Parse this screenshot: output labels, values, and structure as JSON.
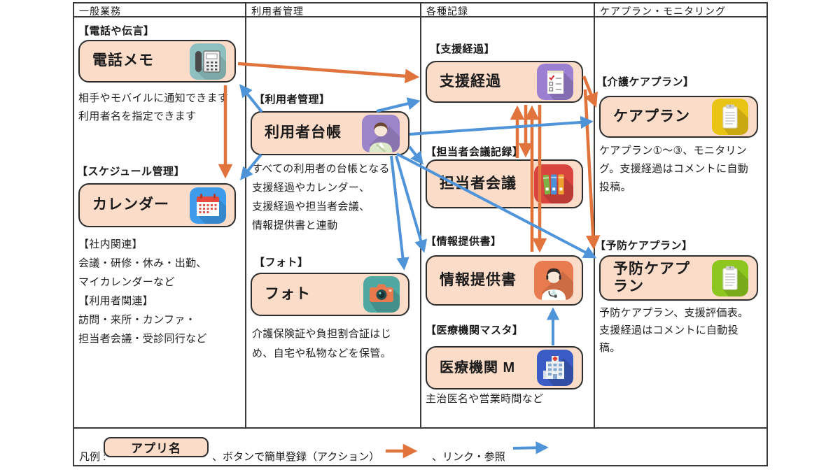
{
  "header": {
    "columns": [
      "一般業務",
      "利用者管理",
      "各種記録",
      "ケアプラン・モニタリング"
    ]
  },
  "apps": {
    "phone_memo": {
      "category": "【電話や伝言】",
      "title": "電話メモ",
      "icon": "desk-phone",
      "desc": [
        "相手やモバイルに通知できます",
        "利用者名を指定できます"
      ]
    },
    "calendar": {
      "category": "【スケジュール管理】",
      "title": "カレンダー",
      "icon": "calendar",
      "desc": [
        "【社内関連】",
        "会議・研修・休み・出勤、",
        "マイカレンダーなど",
        "【利用者関連】",
        "訪問・来所・カンファ・",
        "担当者会議・受診同行など"
      ]
    },
    "user_ledger": {
      "category": "【利用者管理】",
      "title": "利用者台帳",
      "icon": "person",
      "desc": [
        "すべての利用者の台帳となる",
        "支援経過やカレンダー、",
        "支援経過や担当者会議、",
        "情報提供書と連動"
      ]
    },
    "photo": {
      "category": "【フォト】",
      "title": "フォト",
      "icon": "camera",
      "desc": [
        "介護保険証や負担割合証はじ",
        "め、自宅や私物などを保管。"
      ]
    },
    "support_progress": {
      "category": "【支援経過】",
      "title": "支援経過",
      "icon": "checklist"
    },
    "staff_meeting": {
      "category": "【担当者会議記録】",
      "title": "担当者会議",
      "icon": "binders"
    },
    "info_report": {
      "category": "【情報提供書】",
      "title": "情報提供書",
      "icon": "doctor"
    },
    "medical_master": {
      "category": "【医療機関マスタ】",
      "title": "医療機関 M",
      "icon": "hospital",
      "desc": [
        "主治医名や営業時間など"
      ]
    },
    "care_plan": {
      "category": "【介護ケアプラン】",
      "title": "ケアプラン",
      "icon": "clipboard-yellow",
      "desc": [
        "ケアプラン①〜③、モニタリン",
        "グ。支援経過はコメントに自動",
        "投稿。"
      ]
    },
    "preventive_care_plan": {
      "category": "【予防ケアプラン】",
      "title_lines": [
        "予防ケアプ",
        "ラン"
      ],
      "icon": "clipboard-green",
      "desc": [
        "予防ケアプラン、支援評価表。",
        "支援経過はコメントに自動投",
        "稿。"
      ]
    }
  },
  "legend": {
    "label": "凡例 :",
    "app_box": "アプリ名",
    "action_label": "、ボタンで簡単登録（アクション）",
    "link_label": "、リンク・参照"
  },
  "colors": {
    "action_arrow": "#E0743C",
    "link_arrow": "#4F93D9",
    "app_box_fill": "#FBDCC9",
    "grid_border": "#3A3A3A"
  },
  "arrows": {
    "action": [
      {
        "from": "電話メモ",
        "to": "支援経過"
      },
      {
        "from": "電話メモ",
        "to": "カレンダー"
      },
      {
        "from": "支援経過",
        "to": "ケアプラン"
      },
      {
        "from": "支援経過",
        "to": "予防ケアプラン"
      },
      {
        "from": "担当者会議",
        "to": "支援経過"
      },
      {
        "from": "支援経過",
        "to": "担当者会議"
      },
      {
        "from": "情報提供書",
        "to": "支援経過"
      },
      {
        "from": "支援経過",
        "to": "情報提供書"
      }
    ],
    "link": [
      {
        "from": "利用者台帳",
        "to": "電話メモ"
      },
      {
        "from": "利用者台帳",
        "to": "カレンダー"
      },
      {
        "from": "利用者台帳",
        "to": "支援経過"
      },
      {
        "from": "利用者台帳",
        "to": "ケアプラン"
      },
      {
        "from": "利用者台帳",
        "to": "担当者会議"
      },
      {
        "from": "利用者台帳",
        "to": "情報提供書"
      },
      {
        "from": "利用者台帳",
        "to": "フォト"
      },
      {
        "from": "利用者台帳",
        "to": "予防ケアプラン"
      },
      {
        "from": "医療機関 M",
        "to": "情報提供書"
      }
    ]
  }
}
